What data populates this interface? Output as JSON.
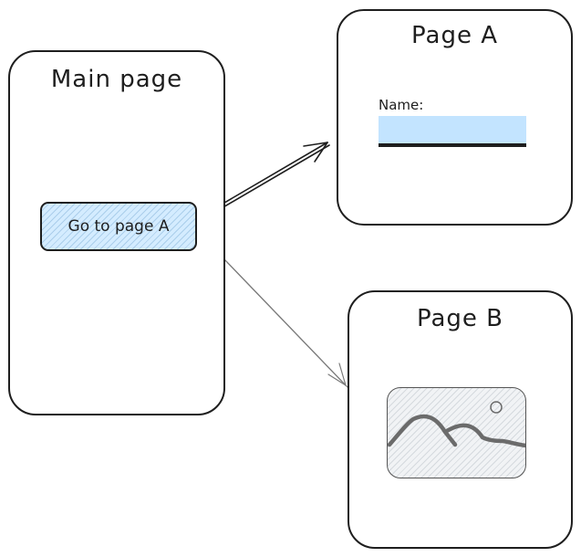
{
  "main_page": {
    "title": "Main page",
    "button_label": "Go to page A"
  },
  "page_a": {
    "title": "Page A",
    "field_label": "Name:",
    "field_value": "",
    "field_color": "#c3e4ff"
  },
  "page_b": {
    "title": "Page B",
    "image_icon": "image-placeholder-icon"
  },
  "arrows": [
    {
      "from": "main_page.button",
      "to": "page_a",
      "color": "#1e1e1e"
    },
    {
      "from": "main_page.button",
      "to": "page_b",
      "color": "#7a7a7a"
    }
  ],
  "colors": {
    "stroke": "#1e1e1e",
    "button_fill": "#d4ecff",
    "input_fill": "#c3e4ff",
    "image_stroke": "#6b6b6b"
  }
}
